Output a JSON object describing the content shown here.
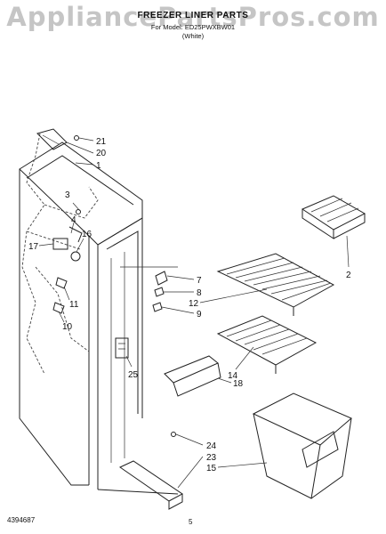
{
  "header": {
    "title": "FREEZER LINER PARTS",
    "subtitle": "For Model: ED25PWXBW01",
    "variant": "(White)"
  },
  "watermark": "AppliancePartsPros.com",
  "footer": {
    "doc_number": "4394687",
    "page_number": "5"
  },
  "callouts": [
    "21",
    "20",
    "1",
    "3",
    "16",
    "4",
    "17",
    "11",
    "10",
    "7",
    "8",
    "12",
    "9",
    "2",
    "14",
    "18",
    "25",
    "24",
    "23",
    "15"
  ]
}
